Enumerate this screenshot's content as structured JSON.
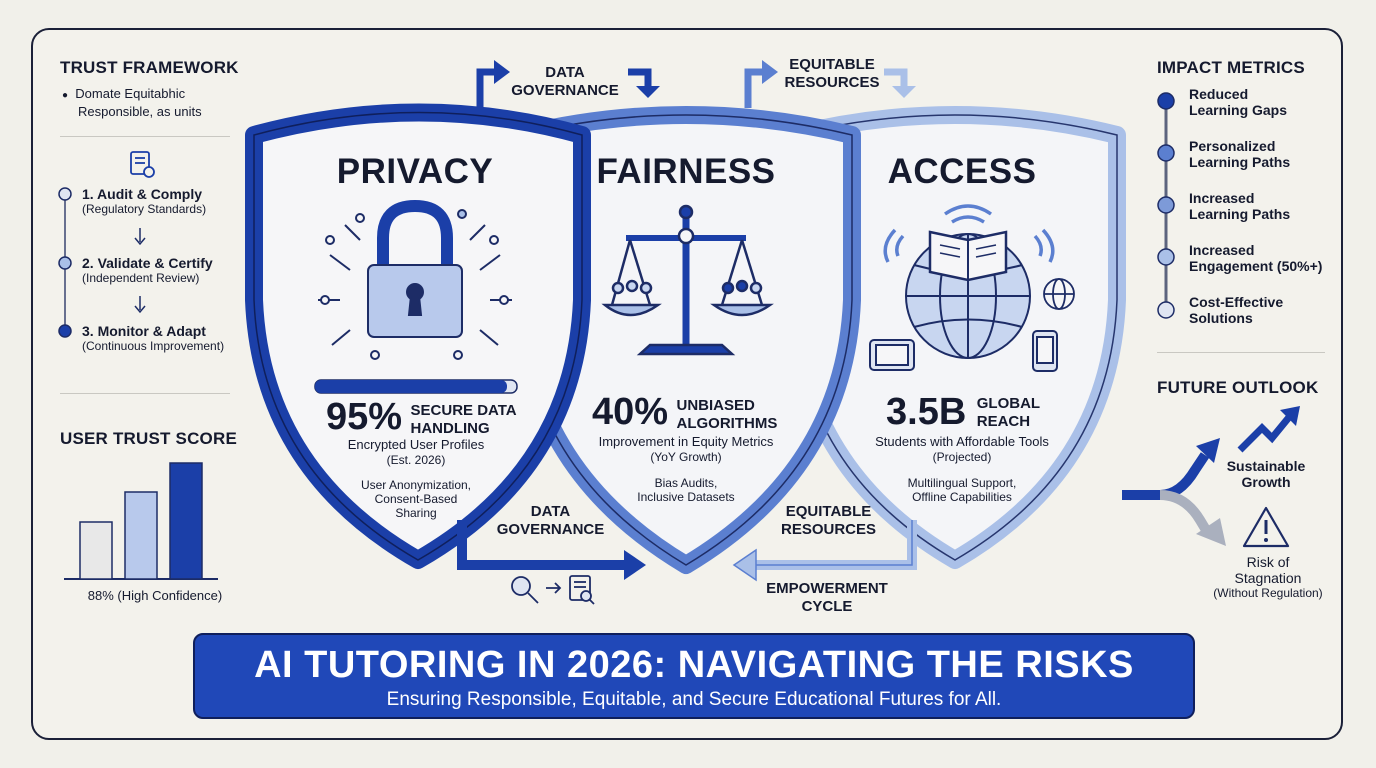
{
  "trust_framework": {
    "title": "TRUST FRAMEWORK",
    "bullet_line1": "Domate Equitabhic",
    "bullet_line2": "Responsible, as units",
    "steps": [
      {
        "label": "1. Audit & Comply",
        "sub": "(Regulatory Standards)"
      },
      {
        "label": "2. Validate & Certify",
        "sub": "(Independent Review)"
      },
      {
        "label": "3. Monitor & Adapt",
        "sub": "(Continuous Improvement)"
      }
    ]
  },
  "user_trust": {
    "title": "USER TRUST SCORE",
    "caption": "88% (High Confidence)"
  },
  "shields": {
    "privacy": {
      "title": "PRIVACY",
      "stat": "95%",
      "tag1": "SECURE DATA",
      "tag2": "HANDLING",
      "sub1": "Encrypted User Profiles",
      "sub2": "(Est. 2026)",
      "note1": "User Anonymization,",
      "note2": "Consent-Based",
      "note3": "Sharing",
      "progress": 0.95
    },
    "fairness": {
      "title": "FAIRNESS",
      "stat": "40%",
      "tag1": "UNBIASED",
      "tag2": "ALGORITHMS",
      "sub1": "Improvement in Equity Metrics",
      "sub2": "(YoY Growth)",
      "note1": "Bias Audits,",
      "note2": "Inclusive Datasets"
    },
    "access": {
      "title": "ACCESS",
      "stat": "3.5B",
      "tag1": "GLOBAL",
      "tag2": "REACH",
      "sub1": "Students with Affordable Tools",
      "sub2": "(Projected)",
      "note1": "Multilingual Support,",
      "note2": "Offline Capabilities"
    }
  },
  "flows": {
    "top_data_1": "DATA",
    "top_data_2": "GOVERNANCE",
    "top_equit_1": "EQUITABLE",
    "top_equit_2": "RESOURCES",
    "bot_data_1": "DATA",
    "bot_data_2": "GOVERNANCE",
    "bot_equit_1": "EQUITABLE",
    "bot_equit_2": "RESOURCES",
    "cycle_1": "EMPOWERMENT",
    "cycle_2": "CYCLE"
  },
  "impact_metrics": {
    "title": "IMPACT METRICS",
    "items": [
      {
        "l1": "Reduced",
        "l2": "Learning Gaps"
      },
      {
        "l1": "Personalized",
        "l2": "Learning Paths"
      },
      {
        "l1": "Increased",
        "l2": "Learning Paths"
      },
      {
        "l1": "Increased",
        "l2": "Engagement (50%+)"
      },
      {
        "l1": "Cost-Effective",
        "l2": "Solutions"
      }
    ]
  },
  "future_outlook": {
    "title": "FUTURE OUTLOOK",
    "up_1": "Sustainable",
    "up_2": "Growth",
    "down_1": "Risk of",
    "down_2": "Stagnation",
    "down_3": "(Without Regulation)"
  },
  "banner": {
    "title": "AI TUTORING IN 2026: NAVIGATING THE RISKS",
    "subtitle": "Ensuring Responsible, Equitable, and Secure Educational Futures for All."
  },
  "colors": {
    "navy": "#1b3fa8",
    "mid_blue": "#5b7fd0",
    "light_blue": "#aac0e8",
    "pale_blue": "#c8d6f0",
    "banner": "#2048b8"
  },
  "icons": [
    "document-check-icon",
    "lock-icon",
    "scales-icon",
    "globe-book-icon",
    "wifi-icon",
    "tablet-icon",
    "phone-icon",
    "search-doc-icon",
    "trend-up-icon",
    "warning-icon"
  ]
}
